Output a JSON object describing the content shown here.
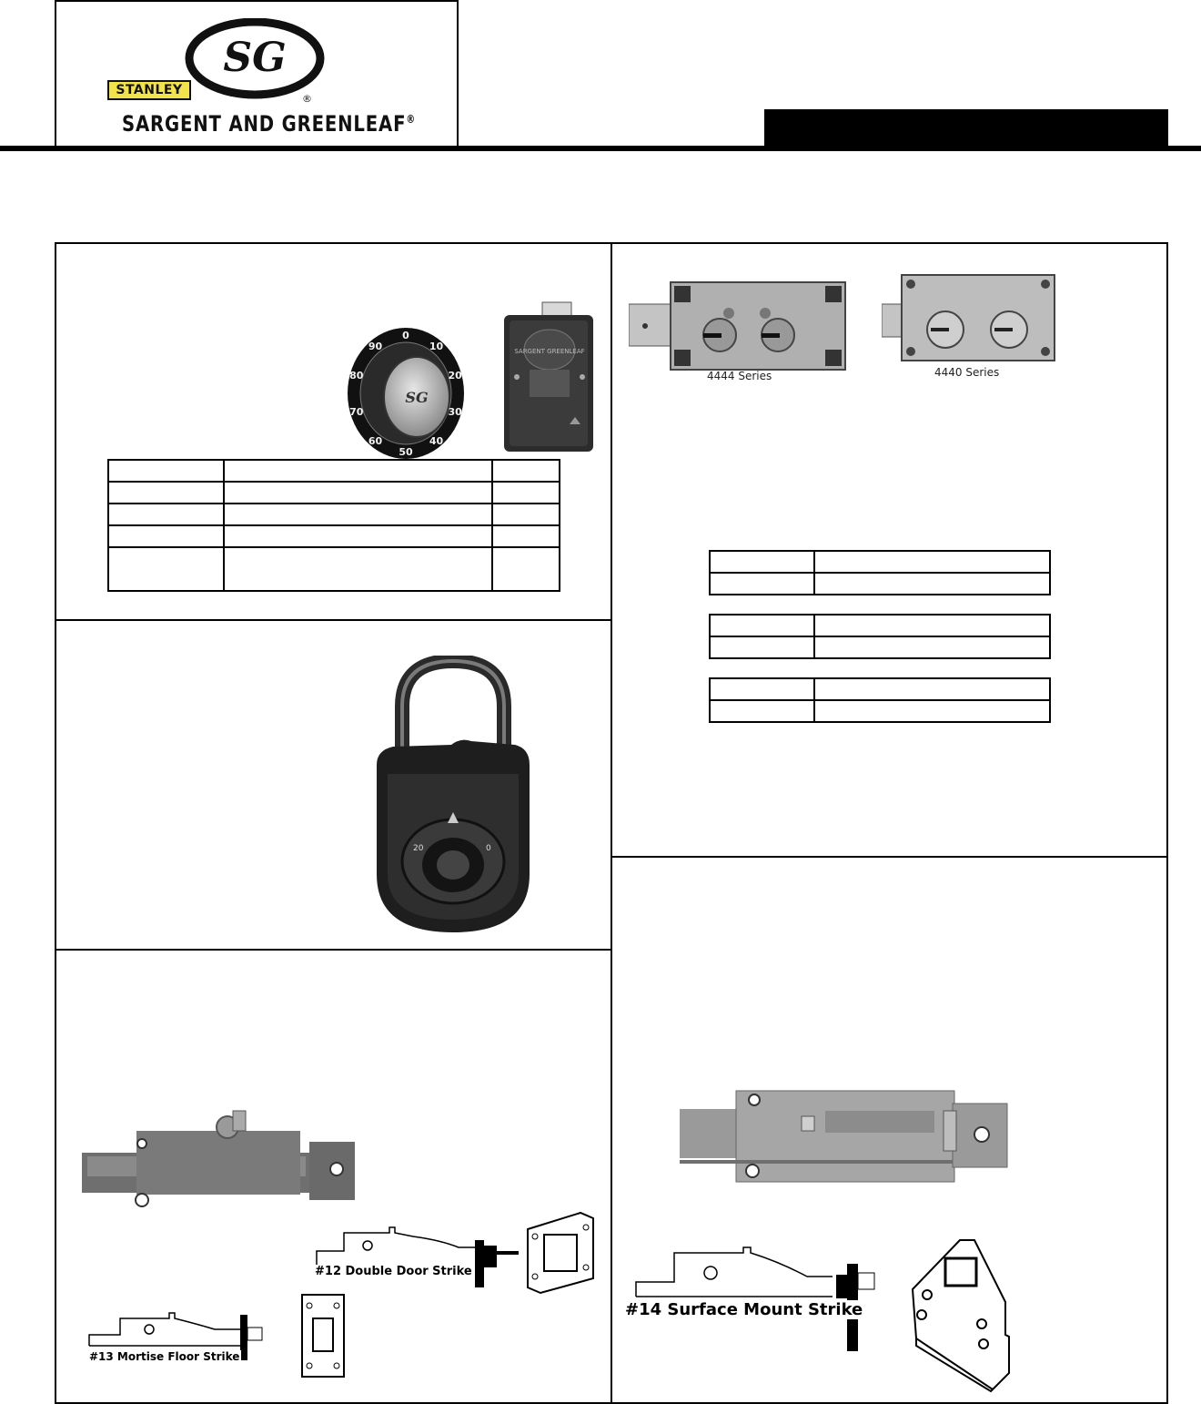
{
  "header": {
    "stanley_badge": "STANLEY",
    "brand_name": "SARGENT AND GREENLEAF",
    "registered_mark": "®",
    "logo_initials": "SG"
  },
  "dial_panel": {
    "dial_numbers": [
      "0",
      "10",
      "20",
      "30",
      "40",
      "50",
      "60",
      "70",
      "80",
      "90"
    ],
    "lock_case_text": "SARGENT GREENLEAF"
  },
  "key_locks_panel": {
    "captions": {
      "series_4444": "4444 Series",
      "series_4440": "4440 Series"
    }
  },
  "bolt_left_panel": {
    "strike_12_label": "#12 Double Door Strike",
    "strike_13_label": "#13 Mortise Floor Strike"
  },
  "bolt_right_panel": {
    "strike_14_label": "#14 Surface Mount Strike"
  },
  "colors": {
    "ink": "#000000",
    "metal_light": "#b9b9b9",
    "metal_dark": "#6f6f6f",
    "stanley_yellow": "#f3e34a"
  }
}
